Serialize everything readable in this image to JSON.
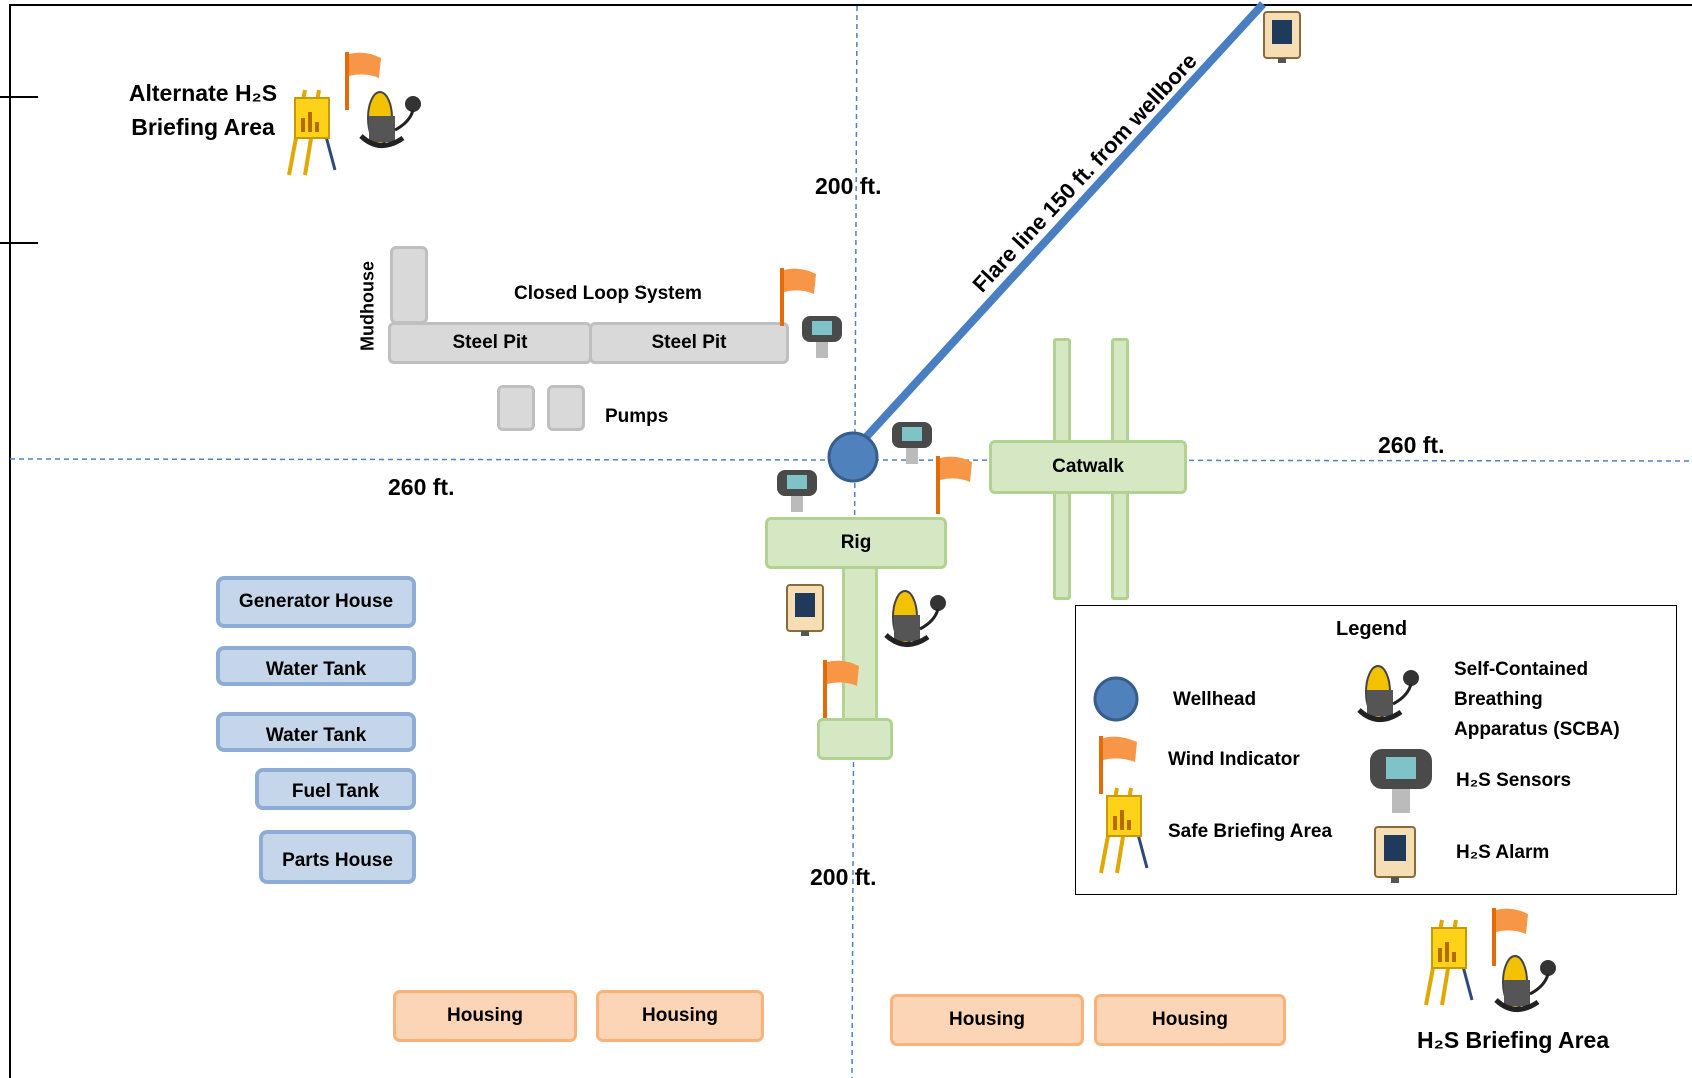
{
  "alternate_briefing": {
    "line1": "Alternate H₂S",
    "line2": "Briefing Area"
  },
  "distances": {
    "top": "200 ft.",
    "bottom": "200 ft.",
    "left": "260 ft.",
    "right": "260 ft."
  },
  "flare_line": "Flare line 150 ft. from wellbore",
  "closed_loop": "Closed Loop System",
  "mudhouse": "Mudhouse",
  "steel_pit_1": "Steel Pit",
  "steel_pit_2": "Steel Pit",
  "pumps": "Pumps",
  "rig": "Rig",
  "catwalk": "Catwalk",
  "left_buildings": [
    "Generator House",
    "Water Tank",
    "Water Tank",
    "Fuel Tank",
    "Parts House"
  ],
  "housing": [
    "Housing",
    "Housing",
    "Housing",
    "Housing"
  ],
  "briefing_area": "H₂S Briefing Area",
  "legend": {
    "title": "Legend",
    "wellhead": "Wellhead",
    "wind_indicator": "Wind Indicator",
    "safe_briefing": "Safe Briefing Area",
    "scba_1": "Self-Contained",
    "scba_2": "Breathing",
    "scba_3": "Apparatus (SCBA)",
    "sensors": "H₂S Sensors",
    "alarm": "H₂S Alarm"
  },
  "colors": {
    "wellhead": "#4f81bd",
    "flare_line": "#4a7ec2",
    "flag": "#f79646",
    "gray_structure": "#d9d9d9",
    "green_structure": "#d6e8c3",
    "blue_structure": "#c5d6ea",
    "housing": "#fbd5b6",
    "axis_line": "#4f81bd"
  }
}
